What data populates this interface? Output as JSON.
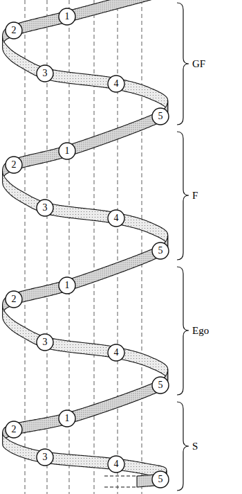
{
  "diagram": {
    "nodes": [
      {
        "text": [
          "1"
        ]
      },
      {
        "text": [
          "2"
        ]
      },
      {
        "text": [
          "3"
        ]
      },
      {
        "text": [
          "4"
        ]
      },
      {
        "text": [
          "5"
        ]
      },
      {
        "text": [
          "1"
        ]
      },
      {
        "text": [
          "2"
        ]
      },
      {
        "text": [
          "3"
        ]
      },
      {
        "text": [
          "4"
        ]
      },
      {
        "text": [
          "5"
        ]
      },
      {
        "text": [
          "1"
        ]
      },
      {
        "text": [
          "2"
        ]
      },
      {
        "text": [
          "3"
        ]
      },
      {
        "text": [
          "4"
        ]
      },
      {
        "text": [
          "5"
        ]
      },
      {
        "text": [
          "1"
        ]
      },
      {
        "text": [
          "2"
        ]
      },
      {
        "text": [
          "3"
        ]
      },
      {
        "text": [
          "4"
        ]
      },
      {
        "text": [
          "5"
        ]
      }
    ],
    "labels": [
      "GF",
      "F",
      "Ego",
      "S"
    ]
  }
}
